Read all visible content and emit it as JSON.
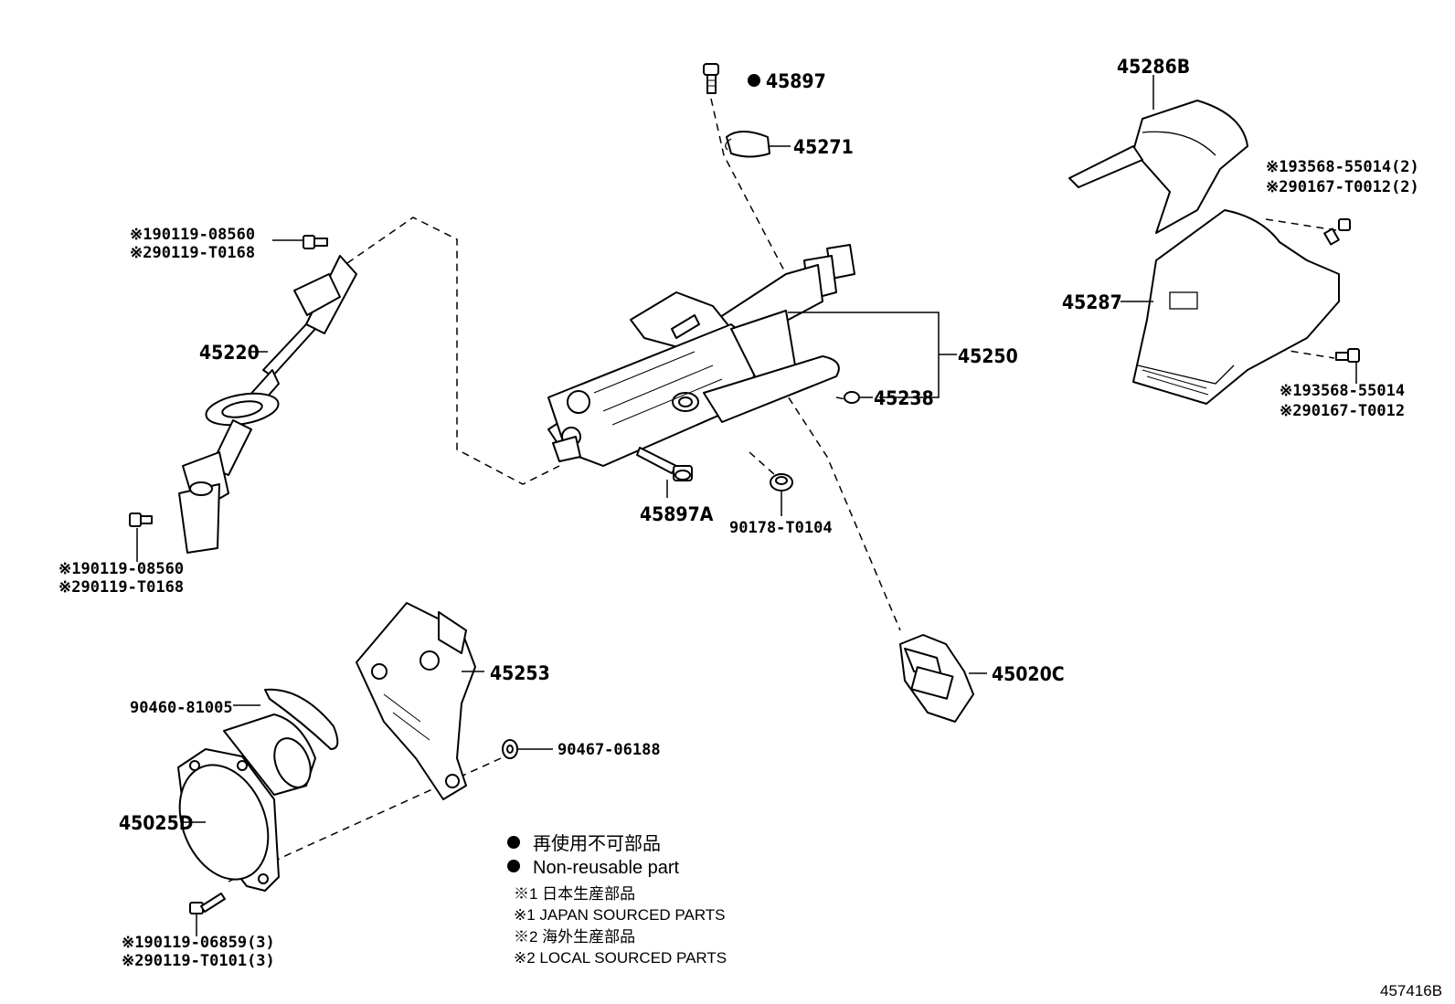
{
  "parts": {
    "p45897": "45897",
    "p45271": "45271",
    "p45286B": "45286B",
    "p45220": "45220",
    "p45250": "45250",
    "p45238": "45238",
    "p45287": "45287",
    "p45897A": "45897A",
    "p90178": "90178-T0104",
    "p45253": "45253",
    "p45020C": "45020C",
    "p90460": "90460-81005",
    "p90467": "90467-06188",
    "p45025D": "45025D"
  },
  "refs": {
    "top_left_1": "※190119-08560",
    "top_left_2": "※290119-T0168",
    "mid_left_1": "※190119-08560",
    "mid_left_2": "※290119-T0168",
    "top_right_1": "※193568-55014(2)",
    "top_right_2": "※290167-T0012(2)",
    "right_1": "※193568-55014",
    "right_2": "※290167-T0012",
    "bottom_left_1": "※190119-06859(3)",
    "bottom_left_2": "※290119-T0101(3)"
  },
  "legend": {
    "dot1": "再使用不可部品",
    "dot2": "Non-reusable part",
    "note1": "※1 日本生産部品",
    "note2": "※1 JAPAN SOURCED PARTS",
    "note3": "※2 海外生産部品",
    "note4": "※2 LOCAL SOURCED PARTS"
  },
  "diagram_id": "457416B"
}
